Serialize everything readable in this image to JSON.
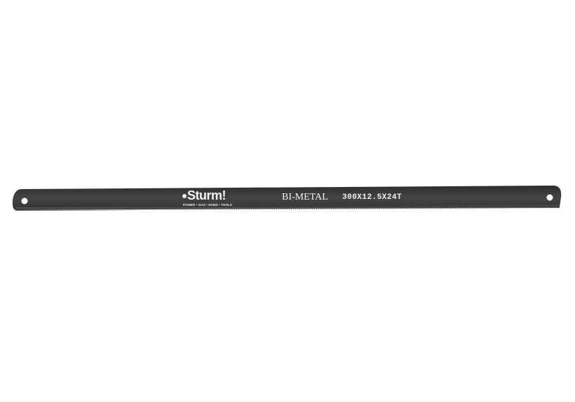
{
  "product": {
    "brand": "Sturm!",
    "brand_tagline": "POWER • GAS • HAND • TOOLS",
    "material": "BI-METAL",
    "spec": "300X12.5X24T"
  },
  "colors": {
    "blade": "#3a3a3a",
    "print": "#f2f2f2",
    "background": "#ffffff"
  }
}
